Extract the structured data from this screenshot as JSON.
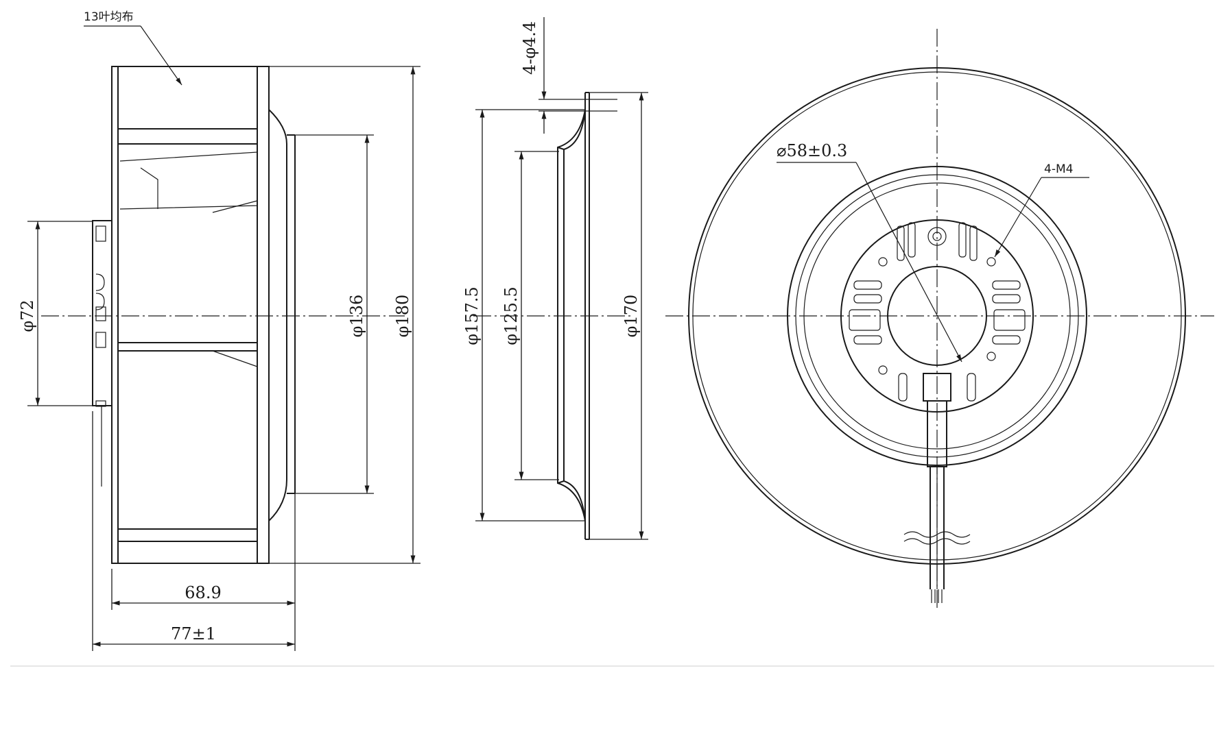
{
  "side_view": {
    "blade_note": "13叶均布",
    "hub_diameter": "φ72",
    "inlet_diameter": "φ136",
    "outer_diameter": "φ180",
    "impeller_width": "68.9",
    "overall_width": "77±1"
  },
  "ring_view": {
    "mounting_holes": "4-φ4.4",
    "bolt_circle": "φ157.5",
    "inner_diameter": "φ125.5",
    "flange_diameter": "φ170"
  },
  "front_view": {
    "rotor_diameter": "⌀58±0.3",
    "threaded_holes": "4-M4"
  }
}
